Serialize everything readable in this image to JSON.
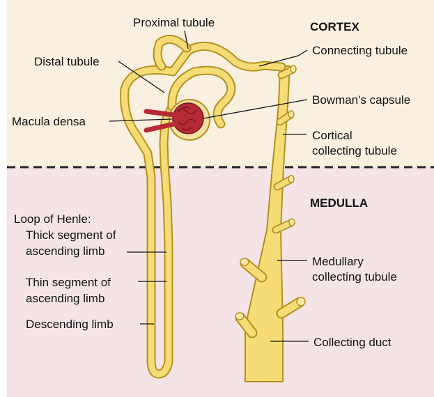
{
  "colors": {
    "cortex_bg": "#f9f0e0",
    "medulla_bg": "#f4e4e6",
    "tubule_fill": "#f6dc76",
    "tubule_edge": "#b3901e",
    "glomerulus": "#b52a35",
    "divider": "#222222"
  },
  "regions": {
    "cortex": "CORTEX",
    "medulla": "MEDULLA"
  },
  "labels": {
    "proximal_tubule": "Proximal tubule",
    "distal_tubule": "Distal tubule",
    "macula_densa": "Macula densa",
    "connecting_tubule": "Connecting tubule",
    "bowmans_capsule": "Bowman's capsule",
    "cortical_collecting_line1": "Cortical",
    "cortical_collecting_line2": "collecting tubule",
    "loop_of_henle": "Loop of Henle:",
    "thick_segment_line1": "Thick segment of",
    "thick_segment_line2": "ascending limb",
    "thin_segment_line1": "Thin segment of",
    "thin_segment_line2": "ascending limb",
    "descending_limb": "Descending limb",
    "medullary_collecting_line1": "Medullary",
    "medullary_collecting_line2": "collecting tubule",
    "collecting_duct": "Collecting duct"
  }
}
